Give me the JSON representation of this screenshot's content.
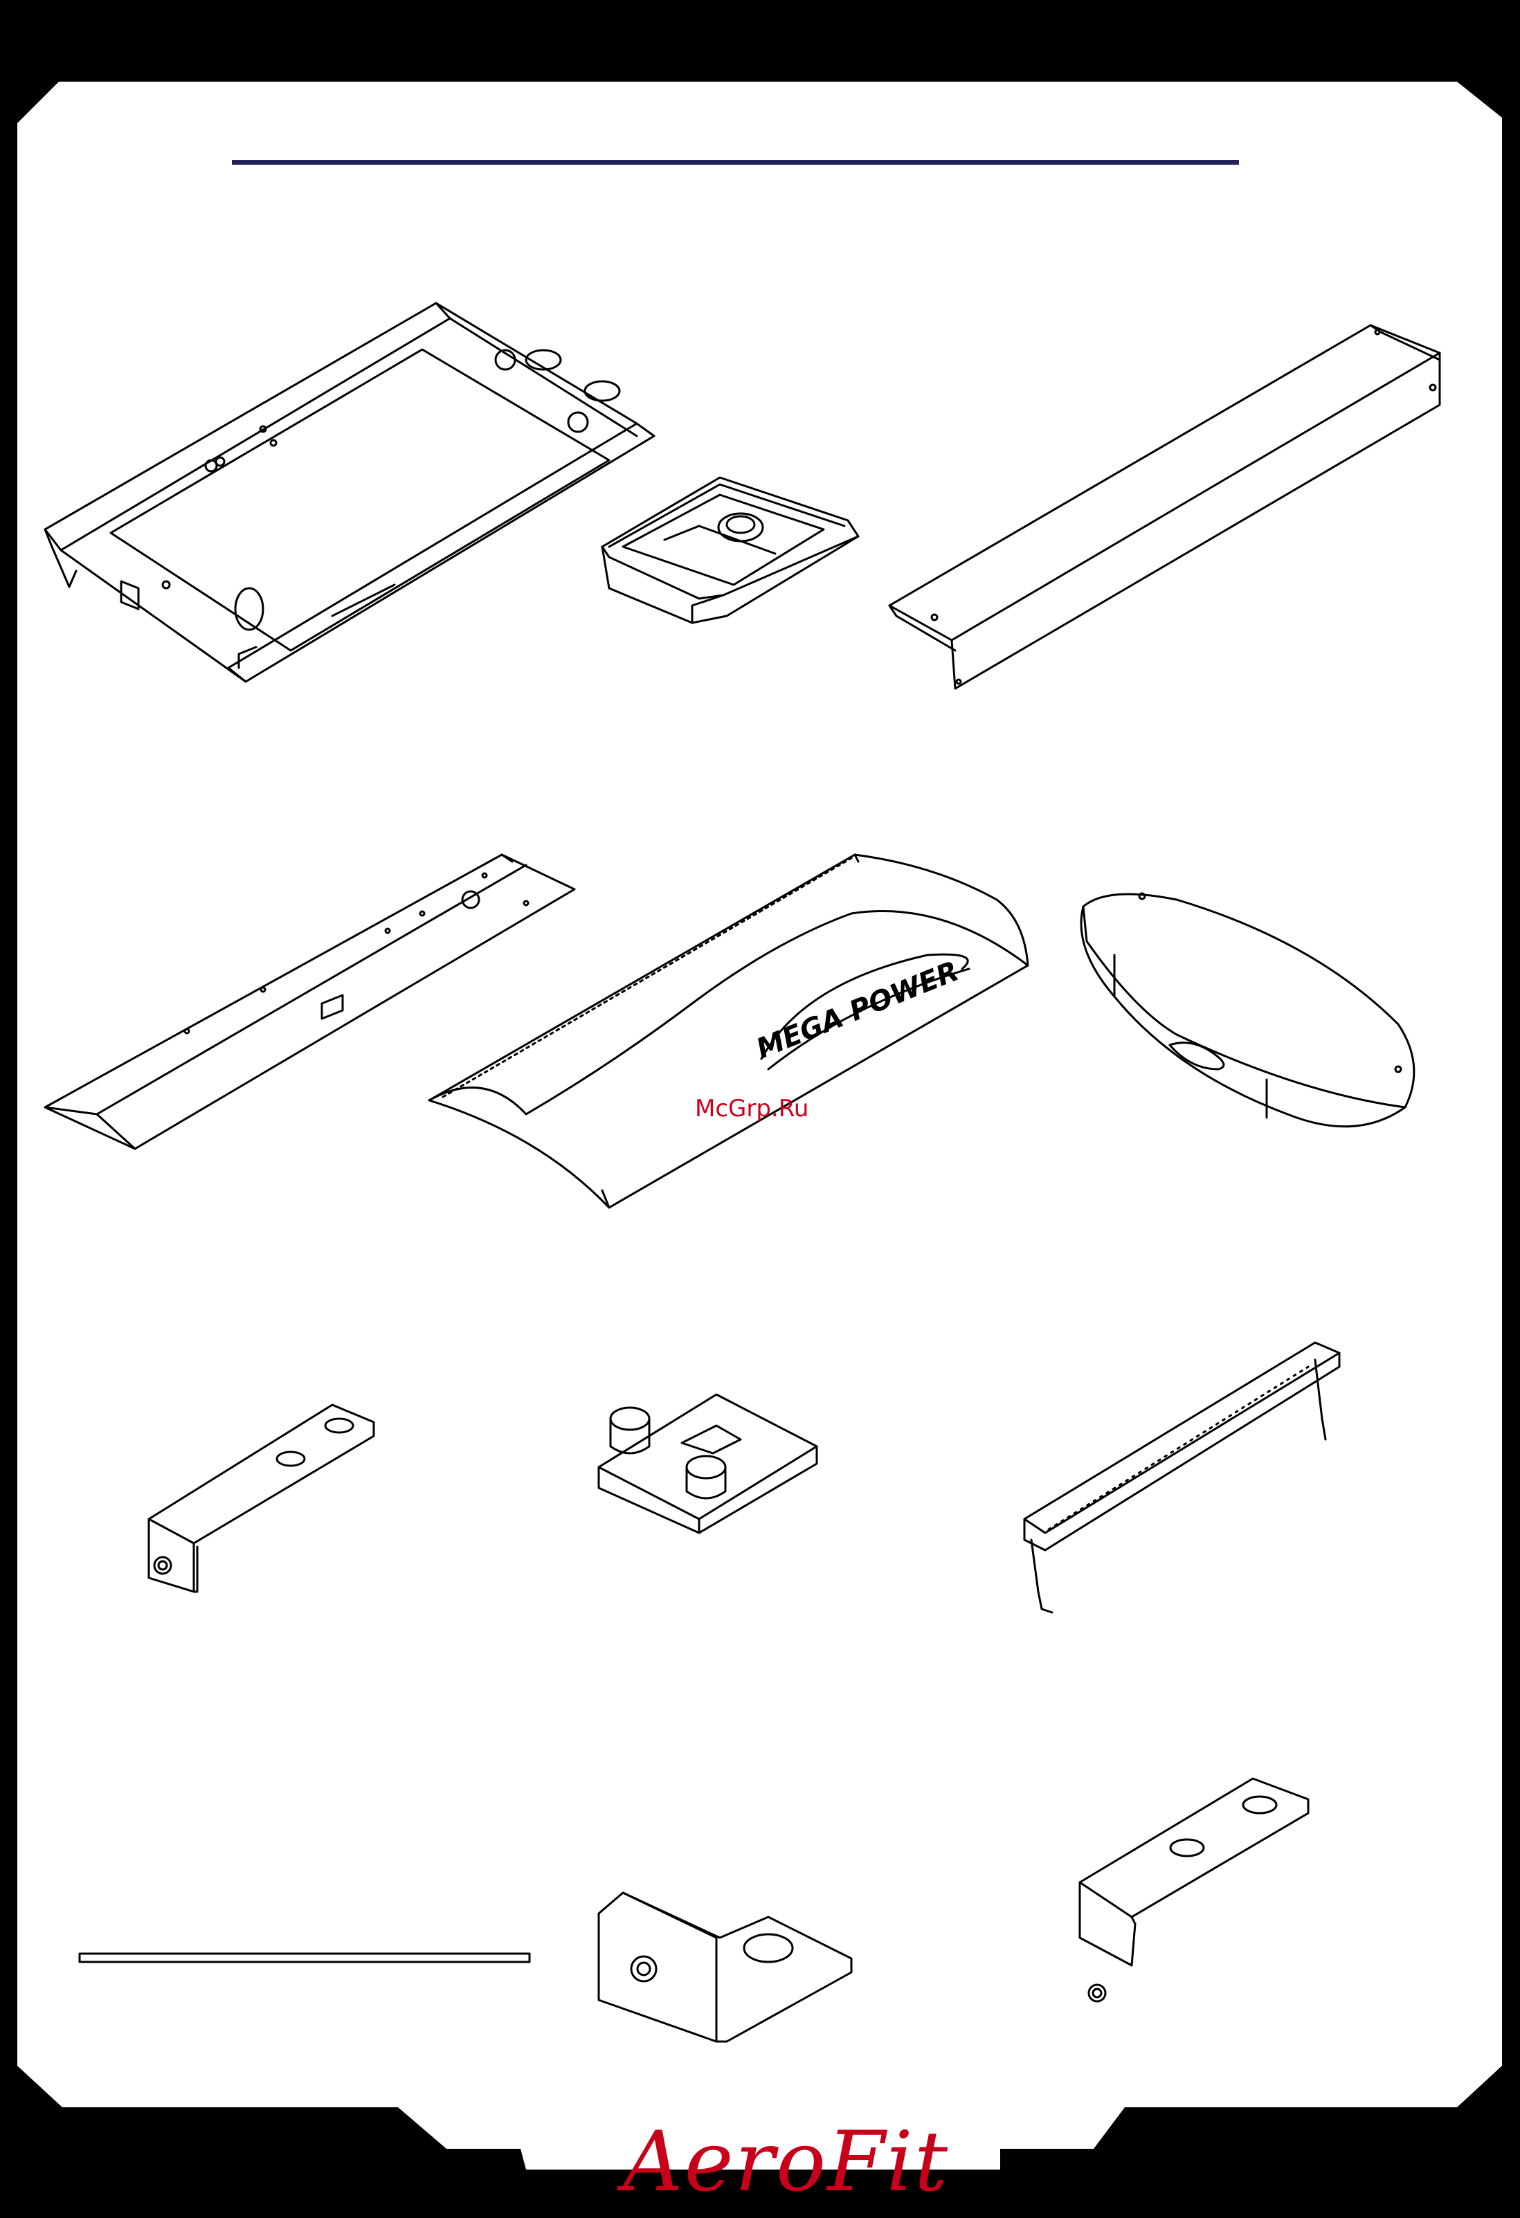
{
  "watermark": "McGrp.Ru",
  "brand": {
    "logo_text": "AeroFit",
    "color": "#c8001a"
  },
  "decal_text": "MEGA POWER",
  "colors": {
    "frame": "#000000",
    "page": "#ffffff",
    "title_rule": "#23235a"
  }
}
